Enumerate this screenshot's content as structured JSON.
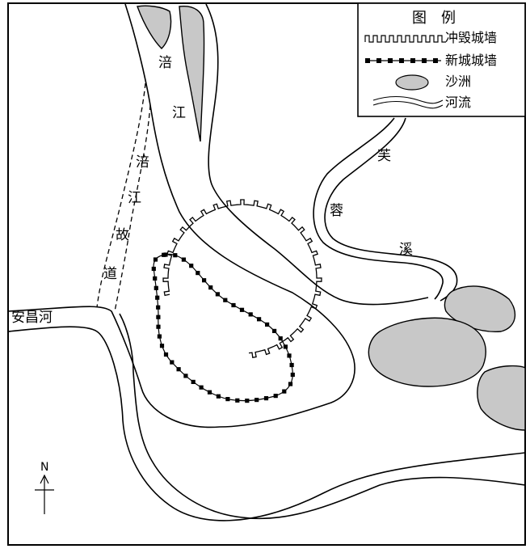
{
  "legend": {
    "title": "图　例",
    "items": [
      {
        "label": "冲毁城墙",
        "symbol": "destroyed-wall"
      },
      {
        "label": "新城城墙",
        "symbol": "new-wall"
      },
      {
        "label": "沙洲",
        "symbol": "sandbar"
      },
      {
        "label": "河流",
        "symbol": "river"
      }
    ]
  },
  "labels": {
    "fujiang": [
      "涪",
      "江"
    ],
    "old_course": [
      "涪",
      "江",
      "故",
      "道"
    ],
    "anchang_river": "安昌河",
    "furong_creek": [
      "芙",
      "蓉",
      "溪"
    ],
    "north": "N"
  },
  "colors": {
    "sandbar_fill": "#c8c8c8",
    "ink": "#000000",
    "background": "#ffffff"
  }
}
